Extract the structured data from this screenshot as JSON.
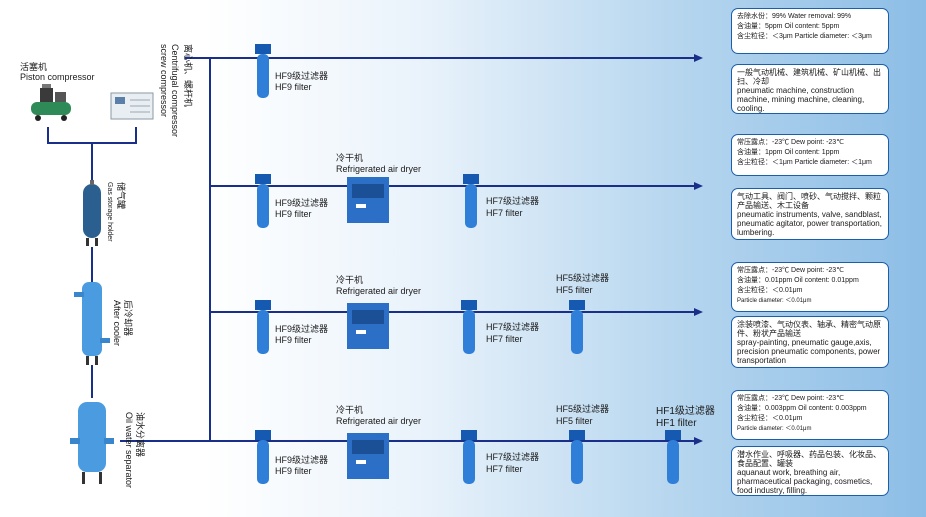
{
  "sources": {
    "piston_cn": "活塞机",
    "piston_en": "Piston compressor",
    "centrifugal_cn": "离心机、螺杆机",
    "centrifugal_en1": "Centrifugal compressor",
    "centrifugal_en2": "screw compressor"
  },
  "stations": {
    "tank_cn": "储气罐",
    "tank_en": "Gas storage holder",
    "cooler_cn": "后冷却器",
    "cooler_en": "After cooler",
    "separator_cn": "油水分离器",
    "separator_en": "Oil water separator"
  },
  "equipment": {
    "hf9_cn": "HF9级过滤器",
    "hf9_en": "HF9 filter",
    "hf7_cn": "HF7级过滤器",
    "hf7_en": "HF7 filter",
    "hf5_cn": "HF5级过滤器",
    "hf5_en": "HF5 filter",
    "hf1_cn": "HF1级过滤器",
    "hf1_en": "HF1 filter",
    "dryer_cn": "冷干机",
    "dryer_en": "Refrigerated air dryer"
  },
  "specs": [
    {
      "l1": "去除水份：99%    Water removal: 99%",
      "l2": "含油量：5ppm      Oil content: 5ppm",
      "l3": "含尘粒径：＜3μm  Particle diameter: ＜3μm"
    },
    {
      "l1": "常压露点：-23℃     Dew point: -23℃",
      "l2": "含油量：1ppm     Oil content: 1ppm",
      "l3": "含尘粒径：＜1μm     Particle diameter: ＜1μm"
    },
    {
      "l1": "常压露点：-23℃     Dew point: -23℃",
      "l2": "含油量：0.01ppm      Oil content: 0.01ppm",
      "l3": "含尘粒径：＜0.01μm",
      "l4": "Particle diameter: ＜0.01μm"
    },
    {
      "l1": "常压露点：-23℃     Dew point: -23℃",
      "l2": "含油量：0.003ppm    Oil content: 0.003ppm",
      "l3": "含尘粒径：＜0.01μm",
      "l4": "Particle diameter: ＜0.01μm"
    }
  ],
  "applications": [
    {
      "cn": "一般气动机械、建筑机械、矿山机械、出扫、冷却",
      "en": "pneumatic machine, construction machine, mining machine, cleaning, cooling."
    },
    {
      "cn": "气动工具、阀门、喷砂、气动搅拌、颗粒产品输送、木工设备",
      "en": "pneumatic instruments, valve, sandblast, pneumatic agitator, power transportation, lumbering."
    },
    {
      "cn": "涂装喷漆、气动仪表、轴承、精密气动原件、粉状产品输送",
      "en": "spray-painting, pneumatic gauge,axis, precision pneumatic components, power transportation"
    },
    {
      "cn": "潜水作业、呼吸器、药品包装、化妆品、食品配置、罐装",
      "en": "aquanaut work, breathing air, pharmaceutical packaging, cosmetics, food industry, filling."
    }
  ],
  "colors": {
    "line": "#1a2f8a",
    "filter": "#2f7fd8",
    "filter_dark": "#1559b0",
    "box_border": "#1a5fa8",
    "dryer": "#2b6fc7"
  }
}
